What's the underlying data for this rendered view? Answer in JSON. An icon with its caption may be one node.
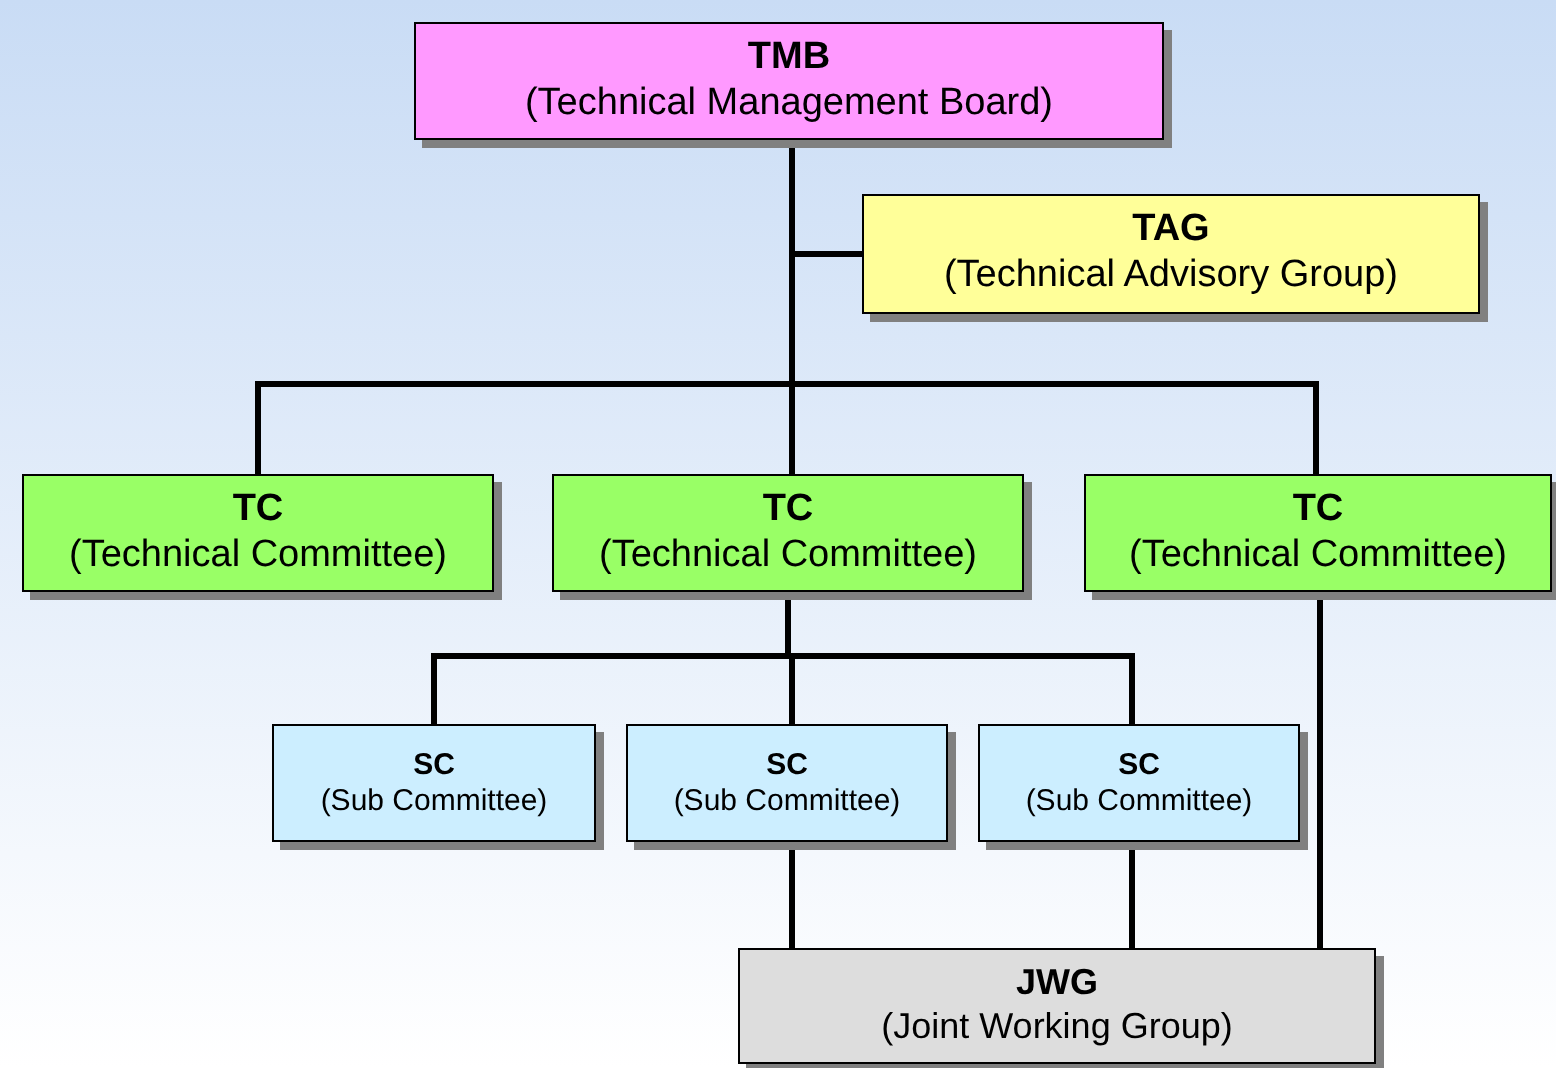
{
  "diagram": {
    "nodes": [
      {
        "text": [
          "TMB",
          "(Technical Management Board)"
        ]
      },
      {
        "text": [
          "TAG",
          "(Technical Advisory Group)"
        ]
      },
      {
        "text": [
          "TC",
          "(Technical Committee)"
        ]
      },
      {
        "text": [
          "TC",
          "(Technical Committee)"
        ]
      },
      {
        "text": [
          "TC",
          "(Technical Committee)"
        ]
      },
      {
        "text": [
          "SC",
          "(Sub Committee)"
        ]
      },
      {
        "text": [
          "SC",
          "(Sub Committee)"
        ]
      },
      {
        "text": [
          "SC",
          "(Sub Committee)"
        ]
      },
      {
        "text": [
          "JWG",
          "(Joint Working Group)"
        ]
      }
    ],
    "edges": [
      {
        "from": 0,
        "to": 1,
        "arrow": "none"
      },
      {
        "from": 0,
        "to": 2,
        "arrow": "none"
      },
      {
        "from": 0,
        "to": 3,
        "arrow": "none"
      },
      {
        "from": 0,
        "to": 4,
        "arrow": "none"
      },
      {
        "from": 3,
        "to": 5,
        "arrow": "none"
      },
      {
        "from": 3,
        "to": 6,
        "arrow": "none"
      },
      {
        "from": 3,
        "to": 7,
        "arrow": "none"
      },
      {
        "from": 6,
        "to": 8,
        "arrow": "none"
      },
      {
        "from": 7,
        "to": 8,
        "arrow": "none"
      },
      {
        "from": 4,
        "to": 8,
        "arrow": "none"
      }
    ]
  }
}
